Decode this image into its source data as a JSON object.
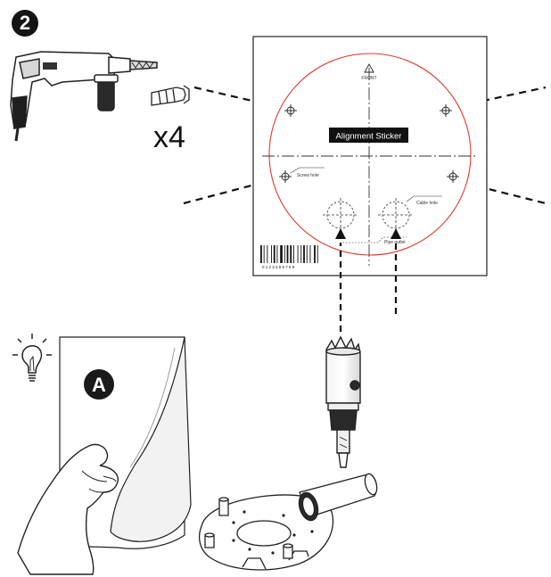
{
  "step": {
    "number": "2"
  },
  "anchors": {
    "quantity": "x4"
  },
  "template": {
    "sticker_label": "Alignment Sticker",
    "front_label": "FRONT",
    "screw_hole_label": "Screw hole",
    "cable_hole_label": "Cable hole",
    "pipe_outlet_label": "Pipe outlet",
    "barcode_number": "0 1 2 3 4 5 6 7 8 9",
    "circle_color": "#e2382e"
  },
  "tip": {
    "sheet_letter": "A",
    "icon": "lightbulb-icon"
  }
}
